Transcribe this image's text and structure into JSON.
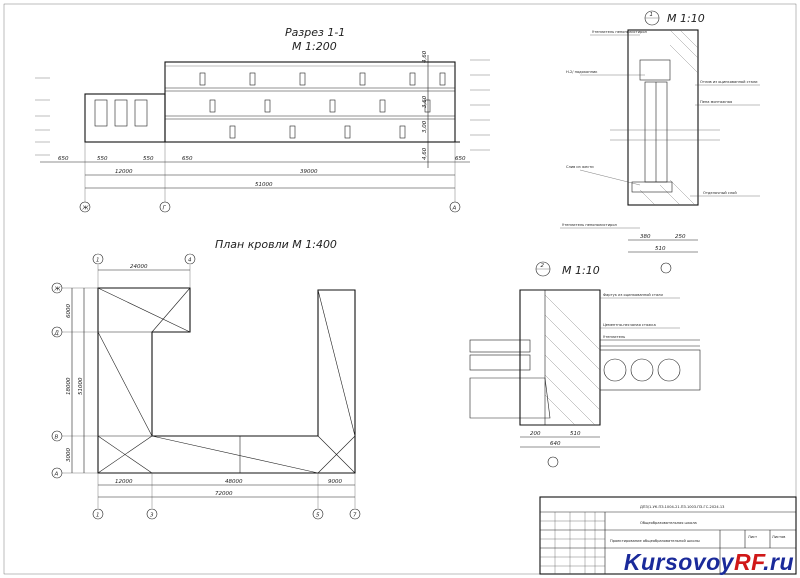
{
  "section": {
    "title": "Разрез 1-1",
    "scale": "М 1:200",
    "dims_bottom": [
      "650",
      "550",
      "550",
      "650",
      "650"
    ],
    "span_12000": "12000",
    "span_39000": "39000",
    "total": "51000",
    "axes": [
      "Ж",
      "Г",
      "А"
    ],
    "heights_right": [
      "4,60",
      "3,60",
      "3,00",
      "4,60"
    ]
  },
  "roof_plan": {
    "title": "План кровли М 1:400",
    "top_axes": [
      "1",
      "4"
    ],
    "top_dim": "24000",
    "left_axes": [
      "Ж",
      "Д",
      "В",
      "А"
    ],
    "left_dims": [
      "6000",
      "18000",
      "3000"
    ],
    "total_v": "51000",
    "bottom_dims": [
      "12000",
      "48000",
      "9000"
    ],
    "bottom_total": "72000",
    "bottom_axes": [
      "1",
      "3",
      "5",
      "7"
    ]
  },
  "detail1": {
    "marker": "1",
    "scale": "М 1:10",
    "callouts": [
      "Утеплитель пенополистирол",
      "Н-2/ подоконник",
      "Отлив из оцинкованной стали",
      "Пена монтажная",
      "Слив из жести",
      "Утеплитель пенополистирол",
      "Отделочный слой"
    ],
    "dims": [
      "380",
      "250",
      "510"
    ]
  },
  "detail2": {
    "marker": "2",
    "scale": "М 1:10",
    "callouts": [
      "Фартук из оцинкованной стали",
      "Цементно-песчаная стяжка",
      "Утеплитель"
    ],
    "dims": [
      "200",
      "510",
      "640"
    ]
  },
  "stamp": {
    "code": "ДПЗ/1-УК.ПЗ.1004-21.ПЗ.1003.ПЗ-ГС-2024.13",
    "subtitle": "Общеобразовательная школа",
    "name": "Проектирование общеобразовательной школы",
    "sheet_label": "Лист",
    "sheets_label": "Листов"
  },
  "watermark": {
    "main": "Kursovoy",
    "accent": "RF",
    "suffix": ".ru"
  }
}
